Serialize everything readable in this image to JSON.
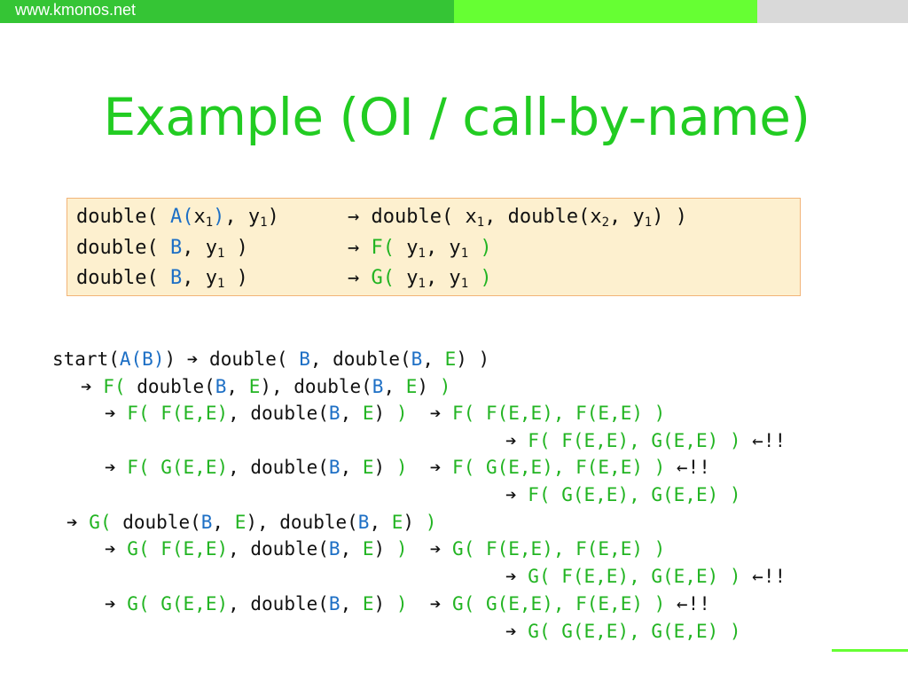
{
  "site": "www.kmonos.net",
  "title": "Example (OI / call-by-name)",
  "colors": {
    "green_dark": "#35c535",
    "green_light": "#66ff33",
    "gray": "#d9d9d9",
    "title_green": "#22cc22",
    "blue": "#1d6fc5",
    "term_green": "#22b422"
  },
  "rules": [
    {
      "lhs": [
        "double( ",
        "A(",
        "x",
        "1",
        ")",
        ", y",
        "1",
        ")"
      ],
      "arrow": "→",
      "rhs": [
        " double( x",
        "1",
        ", double(x",
        "2",
        ", y",
        "1",
        ") )"
      ]
    },
    {
      "lhs": [
        "double( ",
        "B",
        ", y",
        "1",
        " )"
      ],
      "arrow": "→",
      "rhs": [
        " ",
        "F(",
        " y",
        "1",
        ", y",
        "1",
        " )"
      ]
    },
    {
      "lhs": [
        "double( ",
        "B",
        ", y",
        "1",
        " )"
      ],
      "arrow": "→",
      "rhs": [
        " ",
        "G(",
        " y",
        "1",
        ", y",
        "1",
        " )"
      ]
    }
  ],
  "trace": {
    "arrow": "➔",
    "back_arrow": "🡐!!",
    "lines": [
      [
        "start(",
        "A(",
        "B",
        ")",
        ")",
        " ➔ double( ",
        "B",
        ", double(",
        "B",
        ", ",
        "E",
        ") )"
      ],
      [
        "➔ ",
        "F(",
        " double(",
        "B",
        ", ",
        "E",
        "), double(",
        "B",
        ", ",
        "E",
        ") ",
        ")"
      ],
      [
        "➔ ",
        "F(",
        " ",
        "F(E,E)",
        ", double(",
        "B",
        ", ",
        "E",
        ") ",
        ")",
        "  ➔ ",
        "F( F(E,E), F(E,E) )"
      ],
      [
        "➔ ",
        "F( F(E,E), G(E,E) )",
        " ",
        "←!!"
      ],
      [
        "➔ ",
        "F(",
        " ",
        "G(E,E)",
        ", double(",
        "B",
        ", ",
        "E",
        ") ",
        ")",
        "  ➔ ",
        "F( G(E,E), F(E,E) )",
        " ",
        "←!!"
      ],
      [
        "➔ ",
        "F( G(E,E), G(E,E) )"
      ],
      [
        "➔ ",
        "G(",
        " double(",
        "B",
        ", ",
        "E",
        "), double(",
        "B",
        ", ",
        "E",
        ") ",
        ")"
      ],
      [
        "➔ ",
        "G(",
        " ",
        "F(E,E)",
        ", double(",
        "B",
        ", ",
        "E",
        ") ",
        ")",
        "  ➔ ",
        "G( F(E,E), F(E,E) )"
      ],
      [
        "➔ ",
        "G( F(E,E), G(E,E) )",
        " ",
        "←!!"
      ],
      [
        "➔ ",
        "G(",
        " ",
        "G(E,E)",
        ", double(",
        "B",
        ", ",
        "E",
        ") ",
        ")",
        "  ➔ ",
        "G( G(E,E), F(E,E) )",
        " ",
        "←!!"
      ],
      [
        "➔ ",
        "G( G(E,E), G(E,E) )"
      ]
    ]
  }
}
